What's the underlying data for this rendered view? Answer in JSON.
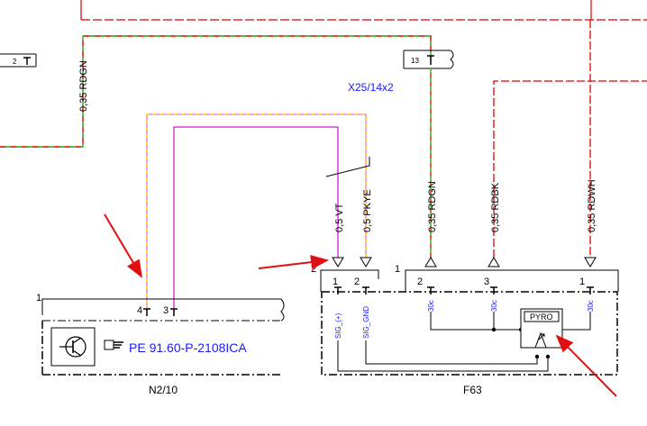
{
  "diagram": {
    "connectors": {
      "x25": "X25/14x2",
      "x25_pin": "13",
      "left_stub_pin": "2"
    },
    "wires": {
      "top_left": "0,35 RDGN",
      "vt": "0,5 VT",
      "pkye": "0,5 PKYE",
      "rdgn": "0,35 RDGN",
      "rdbk": "0,35 RDBK",
      "rdwh": "0,35 RDWH"
    },
    "n2_10": {
      "name": "N2/10",
      "group_num": "1",
      "pin4": "4",
      "pin3": "3",
      "reference": "PE 91.60-P-2108ICA"
    },
    "f63": {
      "name": "F63",
      "group_left": "2",
      "group_right": "1",
      "top_pins": [
        "1",
        "2",
        "2",
        "3",
        "1"
      ],
      "sig_plus": "SIG_(+)",
      "sig_gnd": "SIG_GND",
      "c30_1": "30c",
      "c30_2": "30c",
      "c30_3": "30c",
      "pyro": "PYRO"
    },
    "colors": {
      "red": "#e00000",
      "green": "#33cc33",
      "yellow": "#e8d800",
      "pink": "#ff66cc",
      "violet": "#cc22cc",
      "blue_text": "#1a1aff",
      "arrow": "#e01010"
    }
  }
}
